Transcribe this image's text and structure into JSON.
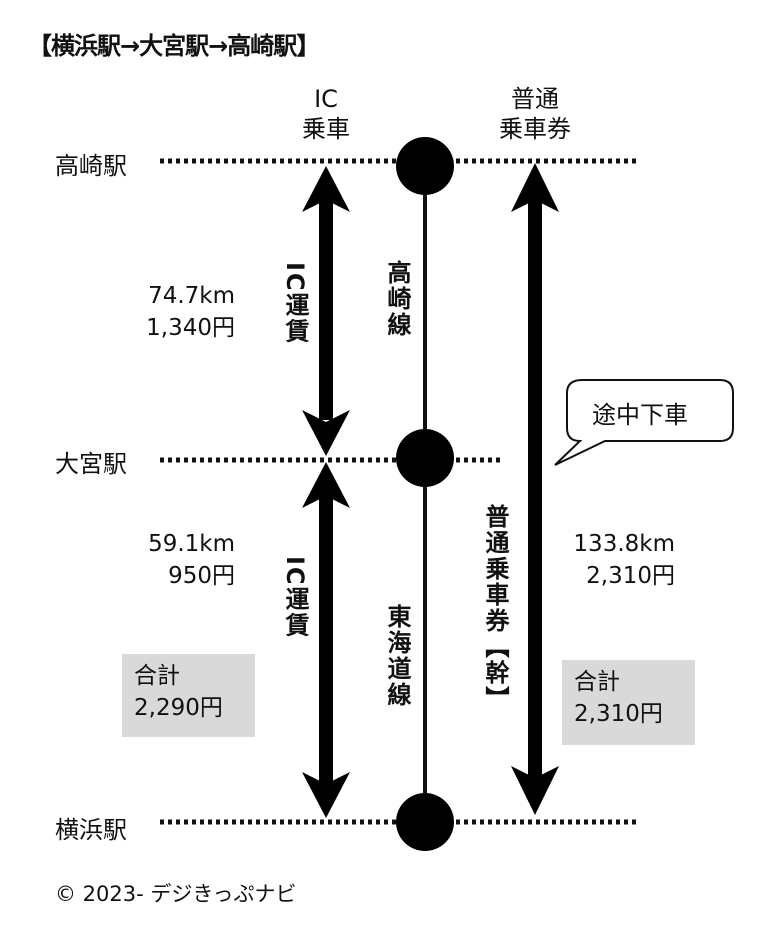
{
  "title": "【横浜駅→大宮駅→高崎駅】",
  "columns": {
    "ic": {
      "line1": "IC",
      "line2": "乗車"
    },
    "ticket": {
      "line1": "普通",
      "line2": "乗車券"
    }
  },
  "stations": {
    "takasaki": "高崎駅",
    "omiya": "大宮駅",
    "yokohama": "横浜駅"
  },
  "lines": {
    "takasaki_line": "高崎線",
    "tokaido_line": "東海道線"
  },
  "ic_segments": [
    {
      "label": "IC運賃",
      "distance": "74.7km",
      "fare": "1,340円"
    },
    {
      "label": "IC運賃",
      "distance": "59.1km",
      "fare": "950円"
    }
  ],
  "ic_total": {
    "label": "合計",
    "value": "2,290円"
  },
  "ticket": {
    "label": "普通乗車券【幹】",
    "distance": "133.8km",
    "fare": "2,310円"
  },
  "ticket_total": {
    "label": "合計",
    "value": "2,310円"
  },
  "callout": "途中下車",
  "footer": "© 2023- デジきっぷナビ"
}
